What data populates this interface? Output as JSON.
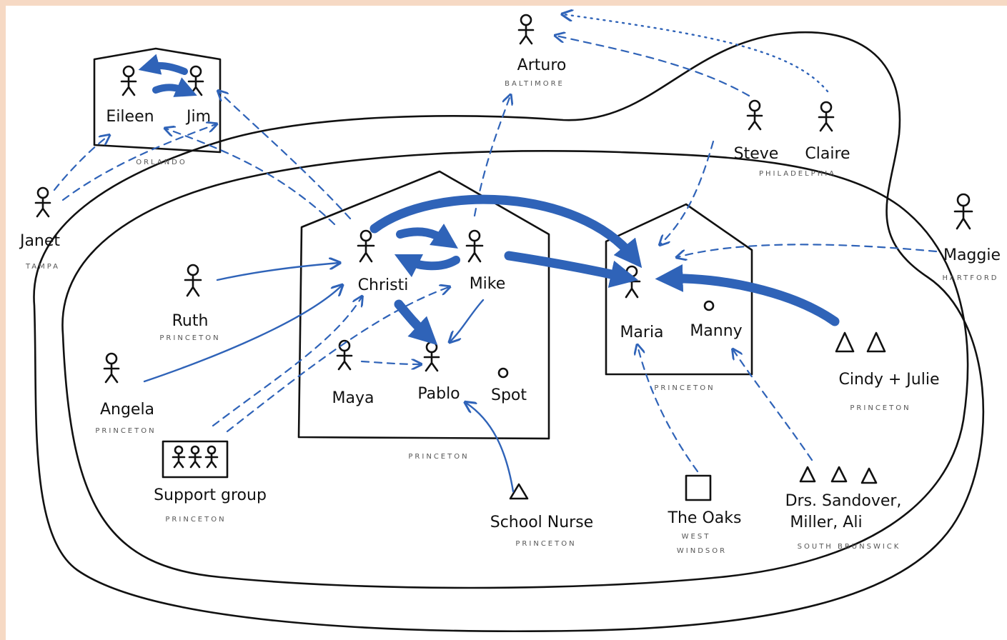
{
  "colors": {
    "ink": "#111111",
    "accent": "#2f63b8",
    "frame": "#f6d9c4"
  },
  "houses": {
    "orlando": "ORLANDO",
    "christi_house": "PRINCETON",
    "maria_house": "PRINCETON"
  },
  "people": {
    "arturo": {
      "name": "Arturo",
      "place": "BALTIMORE"
    },
    "eileen": {
      "name": "Eileen"
    },
    "jim": {
      "name": "Jim"
    },
    "janet": {
      "name": "Janet",
      "place": "TAMPA"
    },
    "steve": {
      "name": "Steve"
    },
    "claire": {
      "name": "Claire"
    },
    "steve_claire_place": "PHILADELPHIA",
    "maggie": {
      "name": "Maggie",
      "place": "HARTFORD"
    },
    "ruth": {
      "name": "Ruth",
      "place": "PRINCETON"
    },
    "angela": {
      "name": "Angela",
      "place": "PRINCETON"
    },
    "support": {
      "name": "Support group",
      "place": "PRINCETON"
    },
    "christi": {
      "name": "Christi"
    },
    "mike": {
      "name": "Mike"
    },
    "maya": {
      "name": "Maya"
    },
    "pablo": {
      "name": "Pablo"
    },
    "spot": {
      "name": "Spot"
    },
    "maria": {
      "name": "Maria"
    },
    "manny": {
      "name": "Manny"
    },
    "cindy": {
      "name": "Cindy + Julie",
      "place": "PRINCETON"
    },
    "nurse": {
      "name": "School Nurse",
      "place": "PRINCETON"
    },
    "oaks": {
      "name": "The Oaks",
      "place_line1": "WEST",
      "place_line2": "WINDSOR"
    },
    "doctors": {
      "line1": "Drs. Sandover,",
      "line2": "Miller, Ali",
      "place": "SOUTH BRUNSWICK"
    }
  }
}
